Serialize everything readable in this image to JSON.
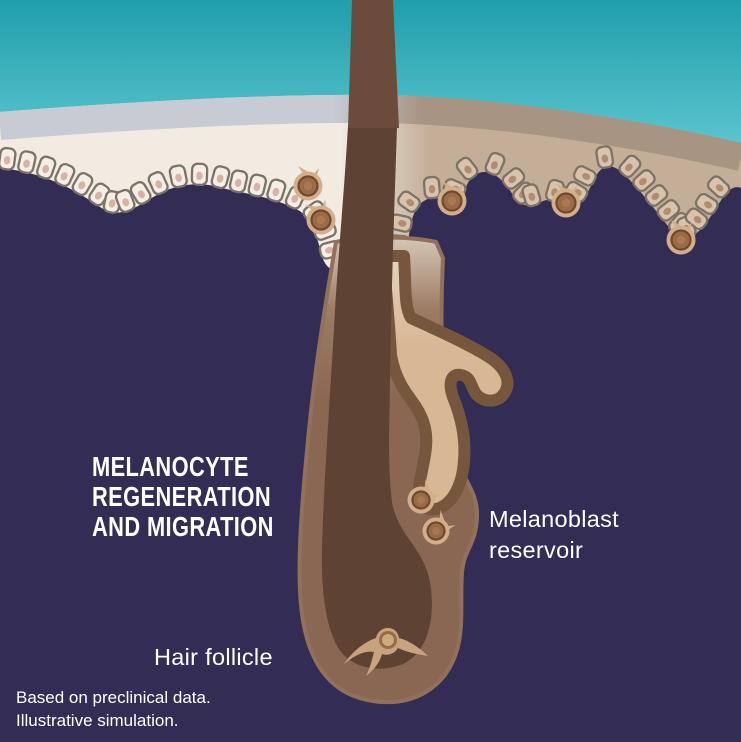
{
  "scene": {
    "description": "Illustration of a skin cross-section with a hair follicle, showing melanocyte regeneration and migration from the melanoblast reservoir"
  },
  "labels": {
    "heading": "MELANOCYTE\nREGENERATION\nAND MIGRATION",
    "melanoblast_reservoir": "Melanoblast\nreservoir",
    "hair_follicle": "Hair follicle",
    "disclaimer": "Based on preclinical data.\nIllustrative simulation."
  },
  "colors": {
    "sky_top": "#1f9fab",
    "sky_mid": "#56c1cb",
    "sky_bottom": "#a7e1e5",
    "dermis": "#332d55",
    "corneum_left": "#c6cbd4",
    "corneum_right": "#a79482",
    "epidermis_left": "#f1ebe2",
    "epidermis_right": "#c4ae98",
    "cell_stroke": "#7c7366",
    "cell_fill_left": "#f4eee6",
    "cell_fill_right": "#d9c3ad",
    "nucleus_left": "#d8b3a5",
    "nucleus_right": "#b18c71",
    "hair_shaft": "#6b4b3a",
    "sheath_top": "#d8c9ba",
    "sheath_mid": "#9d7c63",
    "sheath": "#8a6753",
    "sheath_rim": "#93705a",
    "follicle_inner": "#5e4233",
    "reservoir_fill_top": "#e6d5bf",
    "reservoir_fill": "#d8b794",
    "reservoir_outline": "#76573e",
    "melanocyte_body": "#9a6b46",
    "melanocyte_ring": "#6f4a2e",
    "melanocyte_center": "#ab7950",
    "melanocyte_halo": "#d3ae8a",
    "bulb_cell_body": "#c8a37d",
    "bulb_cell_ring": "#966c46",
    "bulb_cell_center": "#cfa87f",
    "text": "#ffffff"
  }
}
